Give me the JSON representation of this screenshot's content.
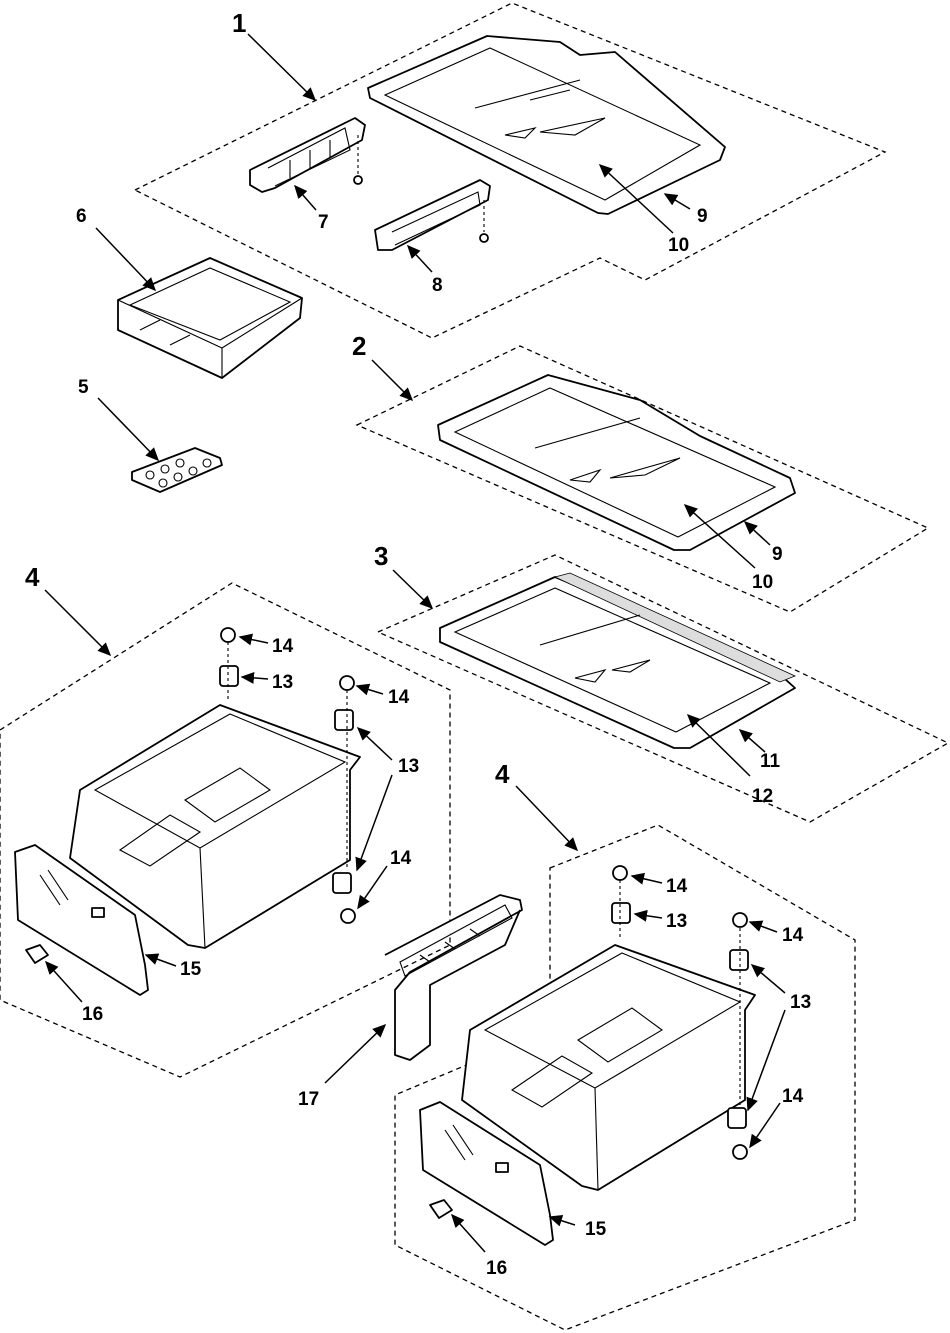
{
  "callouts": {
    "c1": "1",
    "c2": "2",
    "c3": "3",
    "c4a": "4",
    "c4b": "4",
    "c5": "5",
    "c6": "6",
    "c7": "7",
    "c8": "8",
    "c9a": "9",
    "c10a": "10",
    "c9b": "9",
    "c10b": "10",
    "c11": "11",
    "c12": "12",
    "c13a": "13",
    "c13b": "13",
    "c14a": "14",
    "c14b": "14",
    "c14c": "14",
    "c15a": "15",
    "c16a": "16",
    "c13c": "13",
    "c13d": "13",
    "c14d": "14",
    "c14e": "14",
    "c14f": "14",
    "c15b": "15",
    "c16b": "16",
    "c17": "17"
  }
}
